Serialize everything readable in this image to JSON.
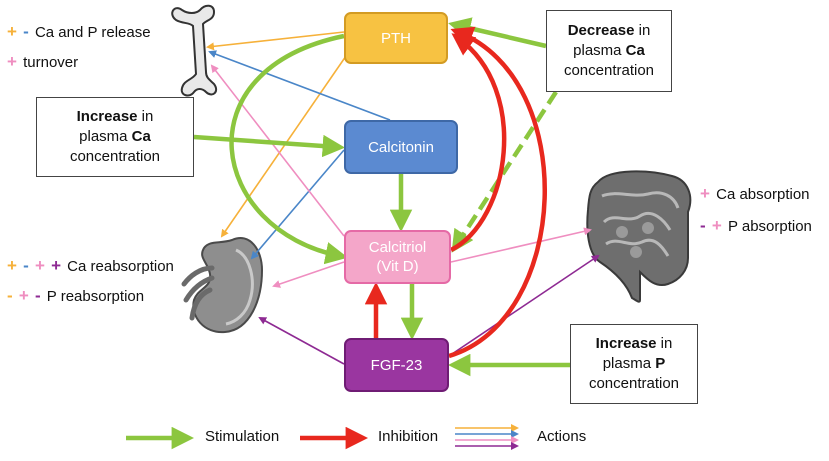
{
  "colors": {
    "stimulation": "#8cc63f",
    "inhibition": "#e8281e",
    "pth": "#f7c242",
    "calcitonin": "#5b8ad1",
    "calcitriol": "#f4a6c9",
    "fgf23": "#9a36a0",
    "action_pth": "#f6b13a",
    "action_calcitonin": "#4a86c8",
    "action_calcitriol": "#ef8ec0",
    "action_fgf23": "#8e2a93"
  },
  "nodes": {
    "pth": "PTH",
    "calcitonin": "Calcitonin",
    "calcitriol_line1": "Calcitriol",
    "calcitriol_line2": "(Vit D)",
    "fgf23": "FGF-23"
  },
  "conditions": {
    "ca_decrease": {
      "bold": "Decrease",
      "rest1": " in",
      "line2_pre": "plasma ",
      "line2_bold": "Ca",
      "line3": "concentration"
    },
    "ca_increase": {
      "bold": "Increase",
      "rest1": " in",
      "line2_pre": "plasma ",
      "line2_bold": "Ca",
      "line3": "concentration"
    },
    "p_increase": {
      "bold": "Increase",
      "rest1": " in",
      "line2_pre": "plasma ",
      "line2_bold": "P",
      "line3": "concentration"
    }
  },
  "targets": {
    "bone": {
      "icon": "bone-icon",
      "line1": {
        "symbols": [
          "+",
          "-"
        ],
        "text": "Ca and P release"
      },
      "line2": {
        "symbols": [
          "+"
        ],
        "text": "turnover"
      }
    },
    "kidney": {
      "icon": "kidney-icon",
      "line1": {
        "symbols": [
          "+",
          "-",
          "+",
          "+"
        ],
        "text": "Ca reabsorption"
      },
      "line2": {
        "symbols": [
          "-",
          "+",
          "-"
        ],
        "text": "P reabsorption"
      }
    },
    "intestine": {
      "icon": "intestine-icon",
      "line1": {
        "symbols": [
          "+"
        ],
        "text": "Ca absorption"
      },
      "line2": {
        "symbols": [
          "-",
          "+"
        ],
        "text": "P absorption"
      }
    }
  },
  "legend": {
    "stimulation": "Stimulation",
    "inhibition": "Inhibition",
    "actions": "Actions"
  }
}
